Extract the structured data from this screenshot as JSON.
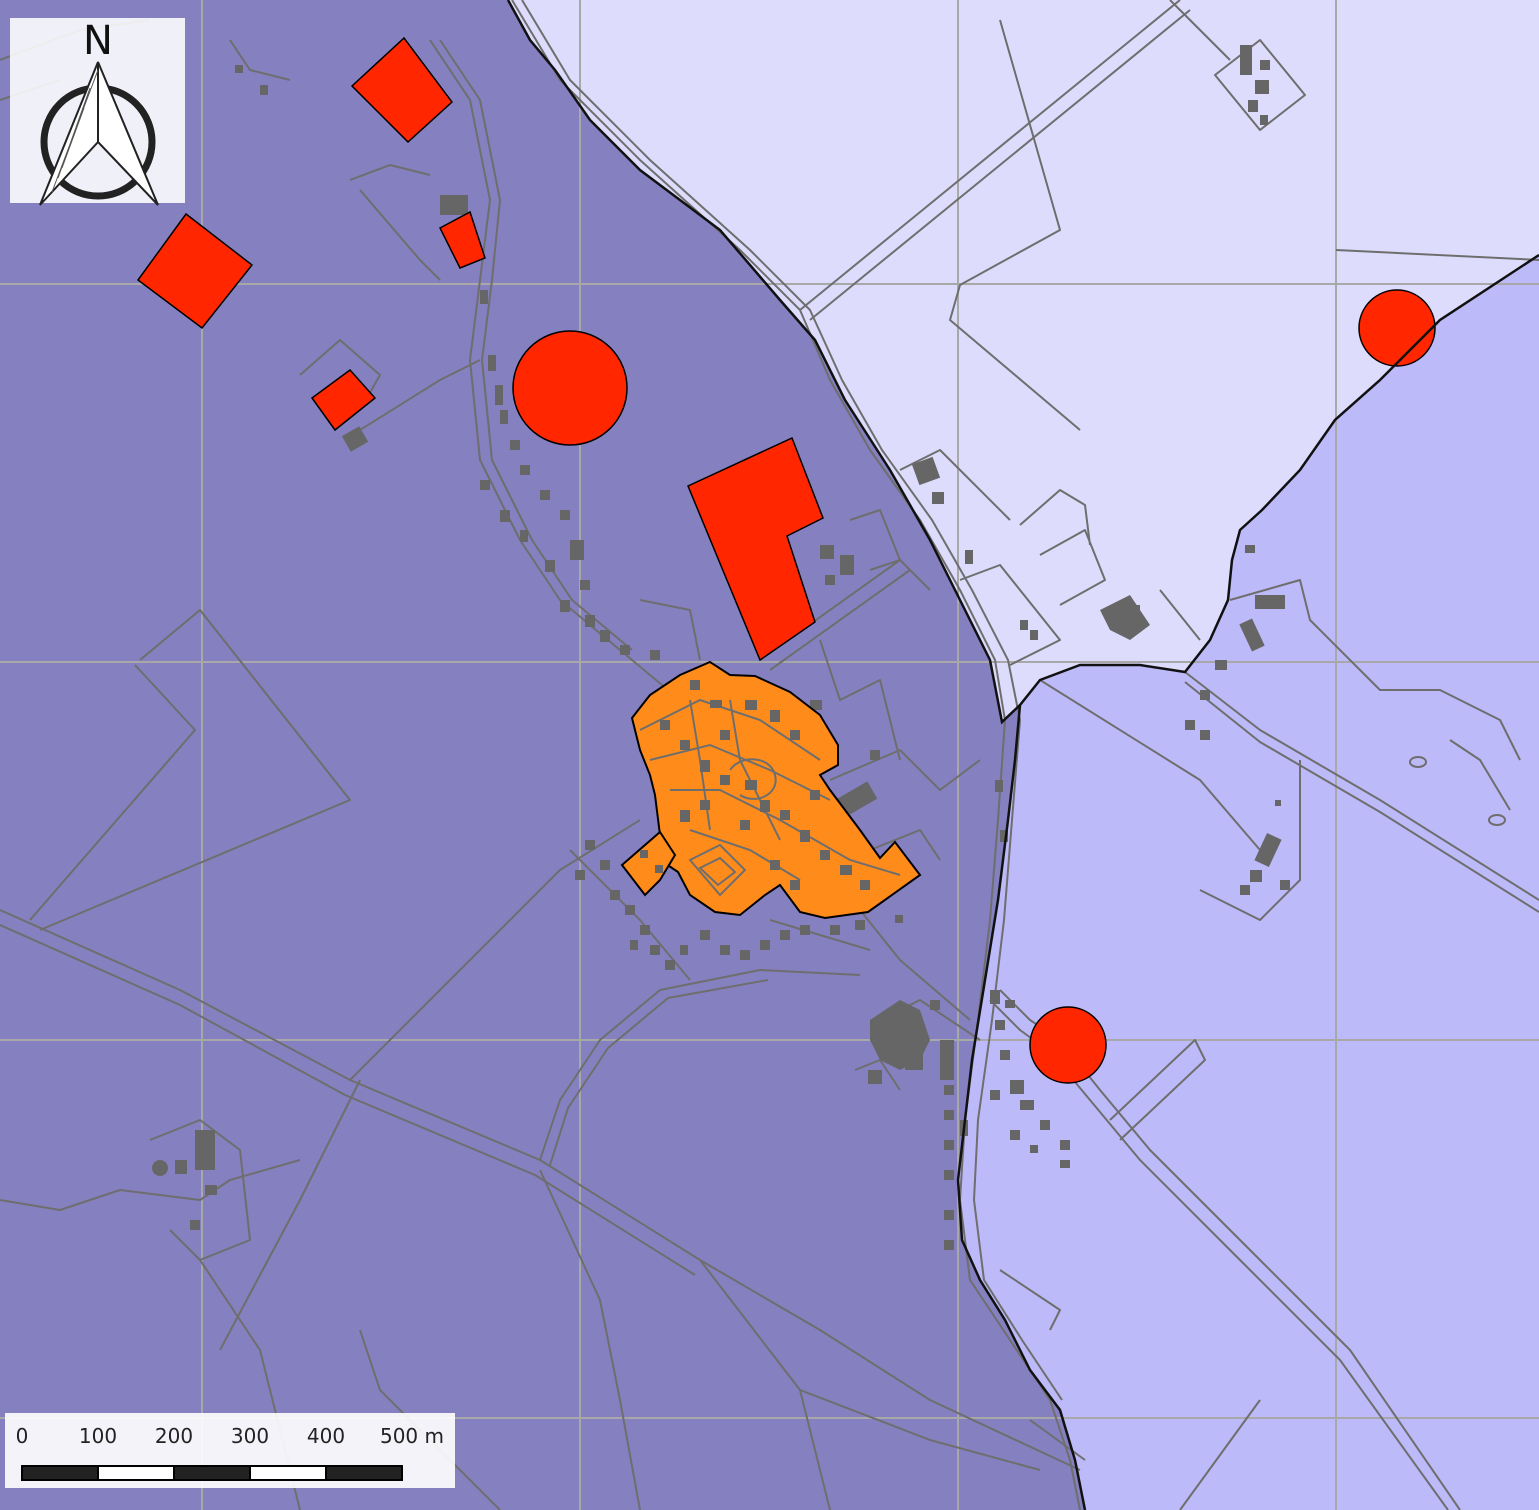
{
  "map": {
    "colors": {
      "zone_west": "#8580c0",
      "zone_northeast": "#dedcfc",
      "zone_southeast": "#bdbaf9",
      "grid": "#a8a8a8",
      "roads": "#6e6e6e",
      "buildings": "#666666",
      "highlight_red": "#ff2600",
      "highlight_orange": "#ff8c1a",
      "boundary": "#111111"
    }
  },
  "north_arrow": {
    "label": "N",
    "icon": "north-arrow-icon"
  },
  "scale_bar": {
    "labels": [
      "0",
      "100",
      "200",
      "300",
      "400",
      "500 m"
    ]
  }
}
